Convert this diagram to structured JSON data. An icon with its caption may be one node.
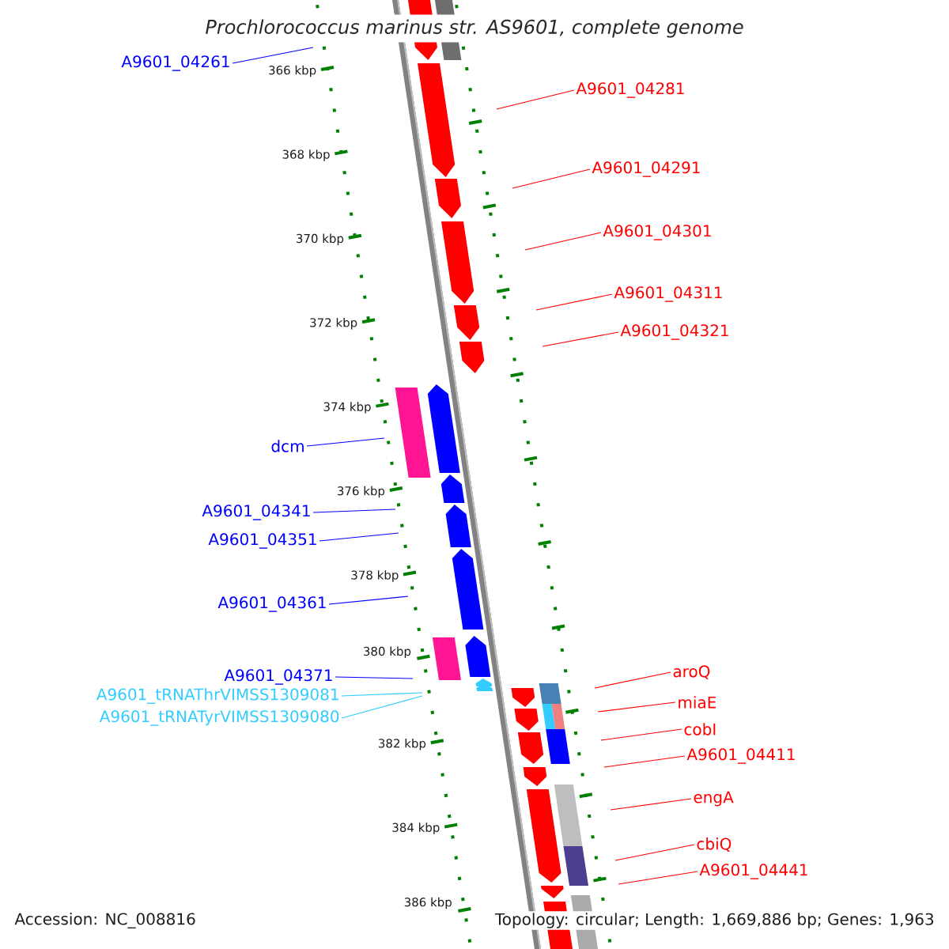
{
  "diagram": {
    "title": "Prochlorococcus marinus str. AS9601, complete genome",
    "nodes": [
      {
        "text": [
          "A9601_04261"
        ]
      },
      {
        "text": [
          "A9601_04281"
        ]
      },
      {
        "text": [
          "A9601_04291"
        ]
      },
      {
        "text": [
          "A9601_04301"
        ]
      },
      {
        "text": [
          "A9601_04311"
        ]
      },
      {
        "text": [
          "A9601_04321"
        ]
      },
      {
        "text": [
          "dcm"
        ]
      },
      {
        "text": [
          "A9601_04341"
        ]
      },
      {
        "text": [
          "A9601_04351"
        ]
      },
      {
        "text": [
          "A9601_04361"
        ]
      },
      {
        "text": [
          "A9601_04371"
        ]
      },
      {
        "text": [
          "aroQ"
        ]
      },
      {
        "text": [
          "A9601_tRNAThrVIMSS1309081"
        ]
      },
      {
        "text": [
          "miaE"
        ]
      },
      {
        "text": [
          "A9601_tRNATyrVIMSS1309080"
        ]
      },
      {
        "text": [
          "cobI"
        ]
      },
      {
        "text": [
          "A9601_04411"
        ]
      },
      {
        "text": [
          "engA"
        ]
      },
      {
        "text": [
          "cbiQ"
        ]
      },
      {
        "text": [
          "A9601_04441"
        ]
      }
    ],
    "edges": [
      {
        "from": 0,
        "to": null,
        "arrow": "none",
        "color": "#0000ff"
      },
      {
        "from": 1,
        "to": null,
        "arrow": "none"
      },
      {
        "from": 2,
        "to": null,
        "arrow": "none"
      },
      {
        "from": 3,
        "to": null,
        "arrow": "none"
      },
      {
        "from": 4,
        "to": null,
        "arrow": "none"
      },
      {
        "from": 5,
        "to": null,
        "arrow": "none"
      },
      {
        "from": 6,
        "to": null,
        "arrow": "none",
        "color": "#0000ff"
      },
      {
        "from": 7,
        "to": null,
        "arrow": "none",
        "color": "#0000ff"
      },
      {
        "from": 8,
        "to": null,
        "arrow": "none",
        "color": "#0000ff"
      },
      {
        "from": 9,
        "to": null,
        "arrow": "none",
        "color": "#0000ff"
      },
      {
        "from": 10,
        "to": null,
        "arrow": "none",
        "color": "#0000ff"
      },
      {
        "from": 11,
        "to": null,
        "arrow": "none"
      },
      {
        "from": 12,
        "to": null,
        "arrow": "none",
        "color": "#33ccff"
      },
      {
        "from": 13,
        "to": null,
        "arrow": "none"
      },
      {
        "from": 14,
        "to": null,
        "arrow": "none",
        "color": "#33ccff"
      },
      {
        "from": 15,
        "to": null,
        "arrow": "none"
      },
      {
        "from": 16,
        "to": null,
        "arrow": "none"
      },
      {
        "from": 17,
        "to": null,
        "arrow": "none"
      },
      {
        "from": 18,
        "to": null,
        "arrow": "none"
      },
      {
        "from": 19,
        "to": null,
        "arrow": "none"
      }
    ],
    "labels": [
      "366 kbp",
      "368 kbp",
      "370 kbp",
      "372 kbp",
      "374 kbp",
      "376 kbp",
      "378 kbp",
      "380 kbp",
      "382 kbp",
      "384 kbp",
      "386 kbp",
      "Accession: NC_008816",
      "Topology: circular; Length: 1,669,886 bp; Genes: 1,963"
    ]
  }
}
